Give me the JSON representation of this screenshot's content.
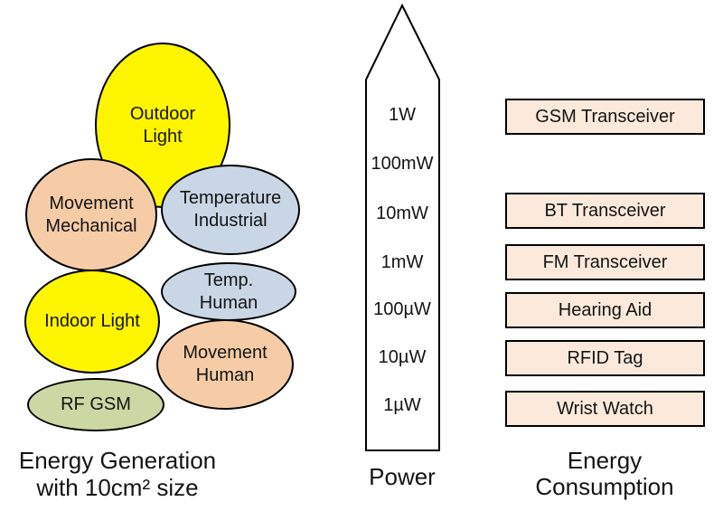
{
  "colors": {
    "yellow": "#FEF500",
    "peach": "#F6CCA7",
    "blue": "#C9D6E5",
    "green": "#CBD8A4",
    "box_fill": "#FBEADB",
    "outline": "#000000",
    "arrow_fill": "#FFFFFF"
  },
  "generation": {
    "caption_line1": "Energy Generation",
    "caption_line2": "with 10cm² size",
    "sources": [
      {
        "label": "Outdoor Light",
        "color": "#FEF500"
      },
      {
        "label": "Movement Mechanical",
        "color": "#F6CCA7"
      },
      {
        "label": "Temperature Industrial",
        "color": "#C9D6E5"
      },
      {
        "label": "Indoor Light",
        "color": "#FEF500"
      },
      {
        "label": "Temp. Human",
        "color": "#C9D6E5"
      },
      {
        "label": "Movement Human",
        "color": "#F6CCA7"
      },
      {
        "label": "RF GSM",
        "color": "#CBD8A4"
      }
    ]
  },
  "power_axis": {
    "caption": "Power",
    "levels": [
      "1W",
      "100mW",
      "10mW",
      "1mW",
      "100µW",
      "10µW",
      "1µW"
    ]
  },
  "consumption": {
    "caption_line1": "Energy",
    "caption_line2": "Consumption",
    "devices": [
      "GSM Transceiver",
      "BT Transceiver",
      "FM Transceiver",
      "Hearing Aid",
      "RFID Tag",
      "Wrist Watch"
    ]
  }
}
